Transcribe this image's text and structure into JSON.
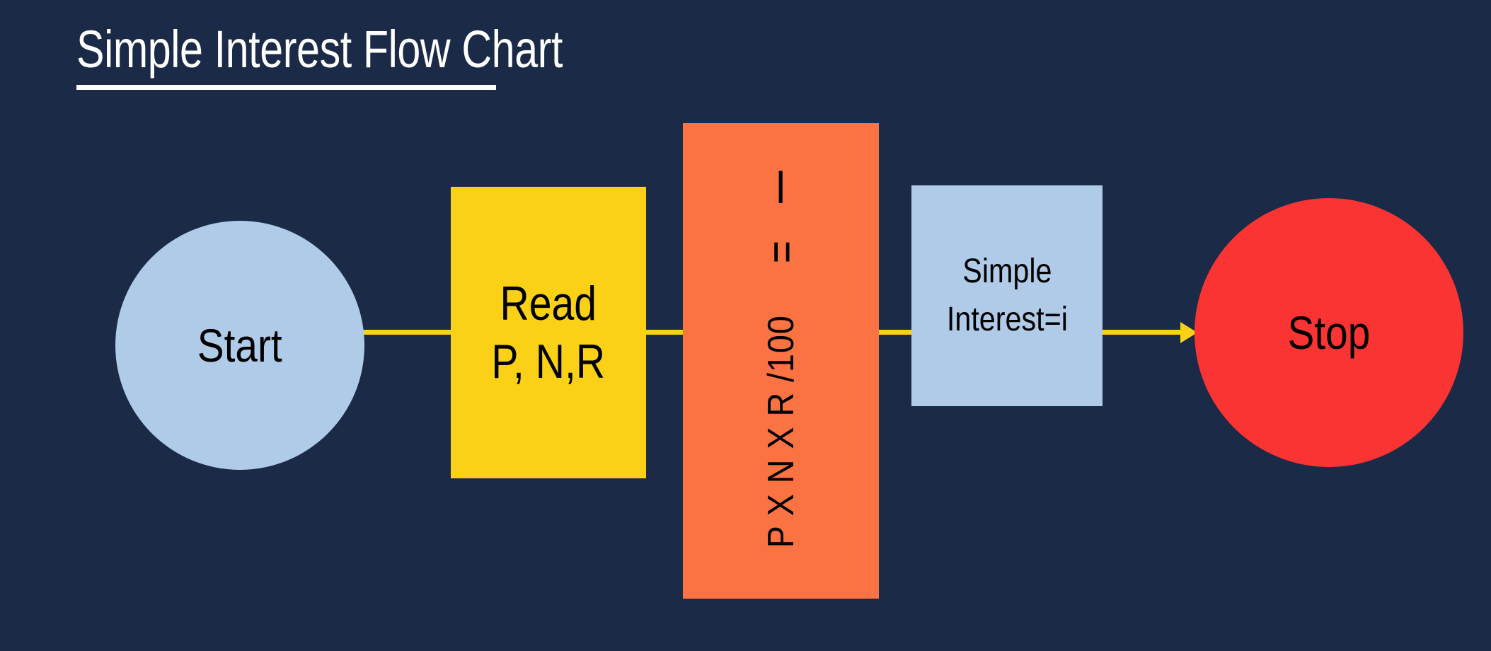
{
  "page": {
    "title": "Simple Interest Flow Chart",
    "background_color": "#1a2a47",
    "title_color": "#ffffff"
  },
  "diagram_data": {
    "type": "flowchart",
    "orientation": "left-to-right",
    "title": "Simple Interest Flow Chart",
    "nodes": [
      {
        "id": "start",
        "label": "Start",
        "shape": "circle",
        "fill": "#b0cbe8",
        "text_color": "#000000"
      },
      {
        "id": "read",
        "label": "Read\nP, N,R",
        "shape": "rectangle",
        "fill": "#fbd118",
        "text_color": "#000000"
      },
      {
        "id": "formula",
        "label": "I = P X N X R /100",
        "label_char_1": "I",
        "label_char_2": "=",
        "label_expression": "P X N X R /100",
        "shape": "rectangle",
        "fill": "#fc7343",
        "text_color": "#000000",
        "text_orientation": "vertical-bottom-to-top"
      },
      {
        "id": "result",
        "label": "Simple\nInterest=i",
        "shape": "rectangle",
        "fill": "#b0cbe8",
        "text_color": "#000000"
      },
      {
        "id": "stop",
        "label": "Stop",
        "shape": "circle",
        "fill": "#fa3433",
        "text_color": "#000000"
      }
    ],
    "edges": [
      {
        "id": "edge-start-read",
        "from": "start",
        "to": "read",
        "color": "#fbd118",
        "arrowhead": false
      },
      {
        "id": "edge-read-formula",
        "from": "read",
        "to": "formula",
        "color": "#fbd118",
        "arrowhead": false
      },
      {
        "id": "edge-formula-result",
        "from": "formula",
        "to": "result",
        "color": "#fbd118",
        "arrowhead": false
      },
      {
        "id": "edge-result-stop",
        "from": "result",
        "to": "stop",
        "color": "#fbd118",
        "arrowhead": true
      }
    ]
  }
}
